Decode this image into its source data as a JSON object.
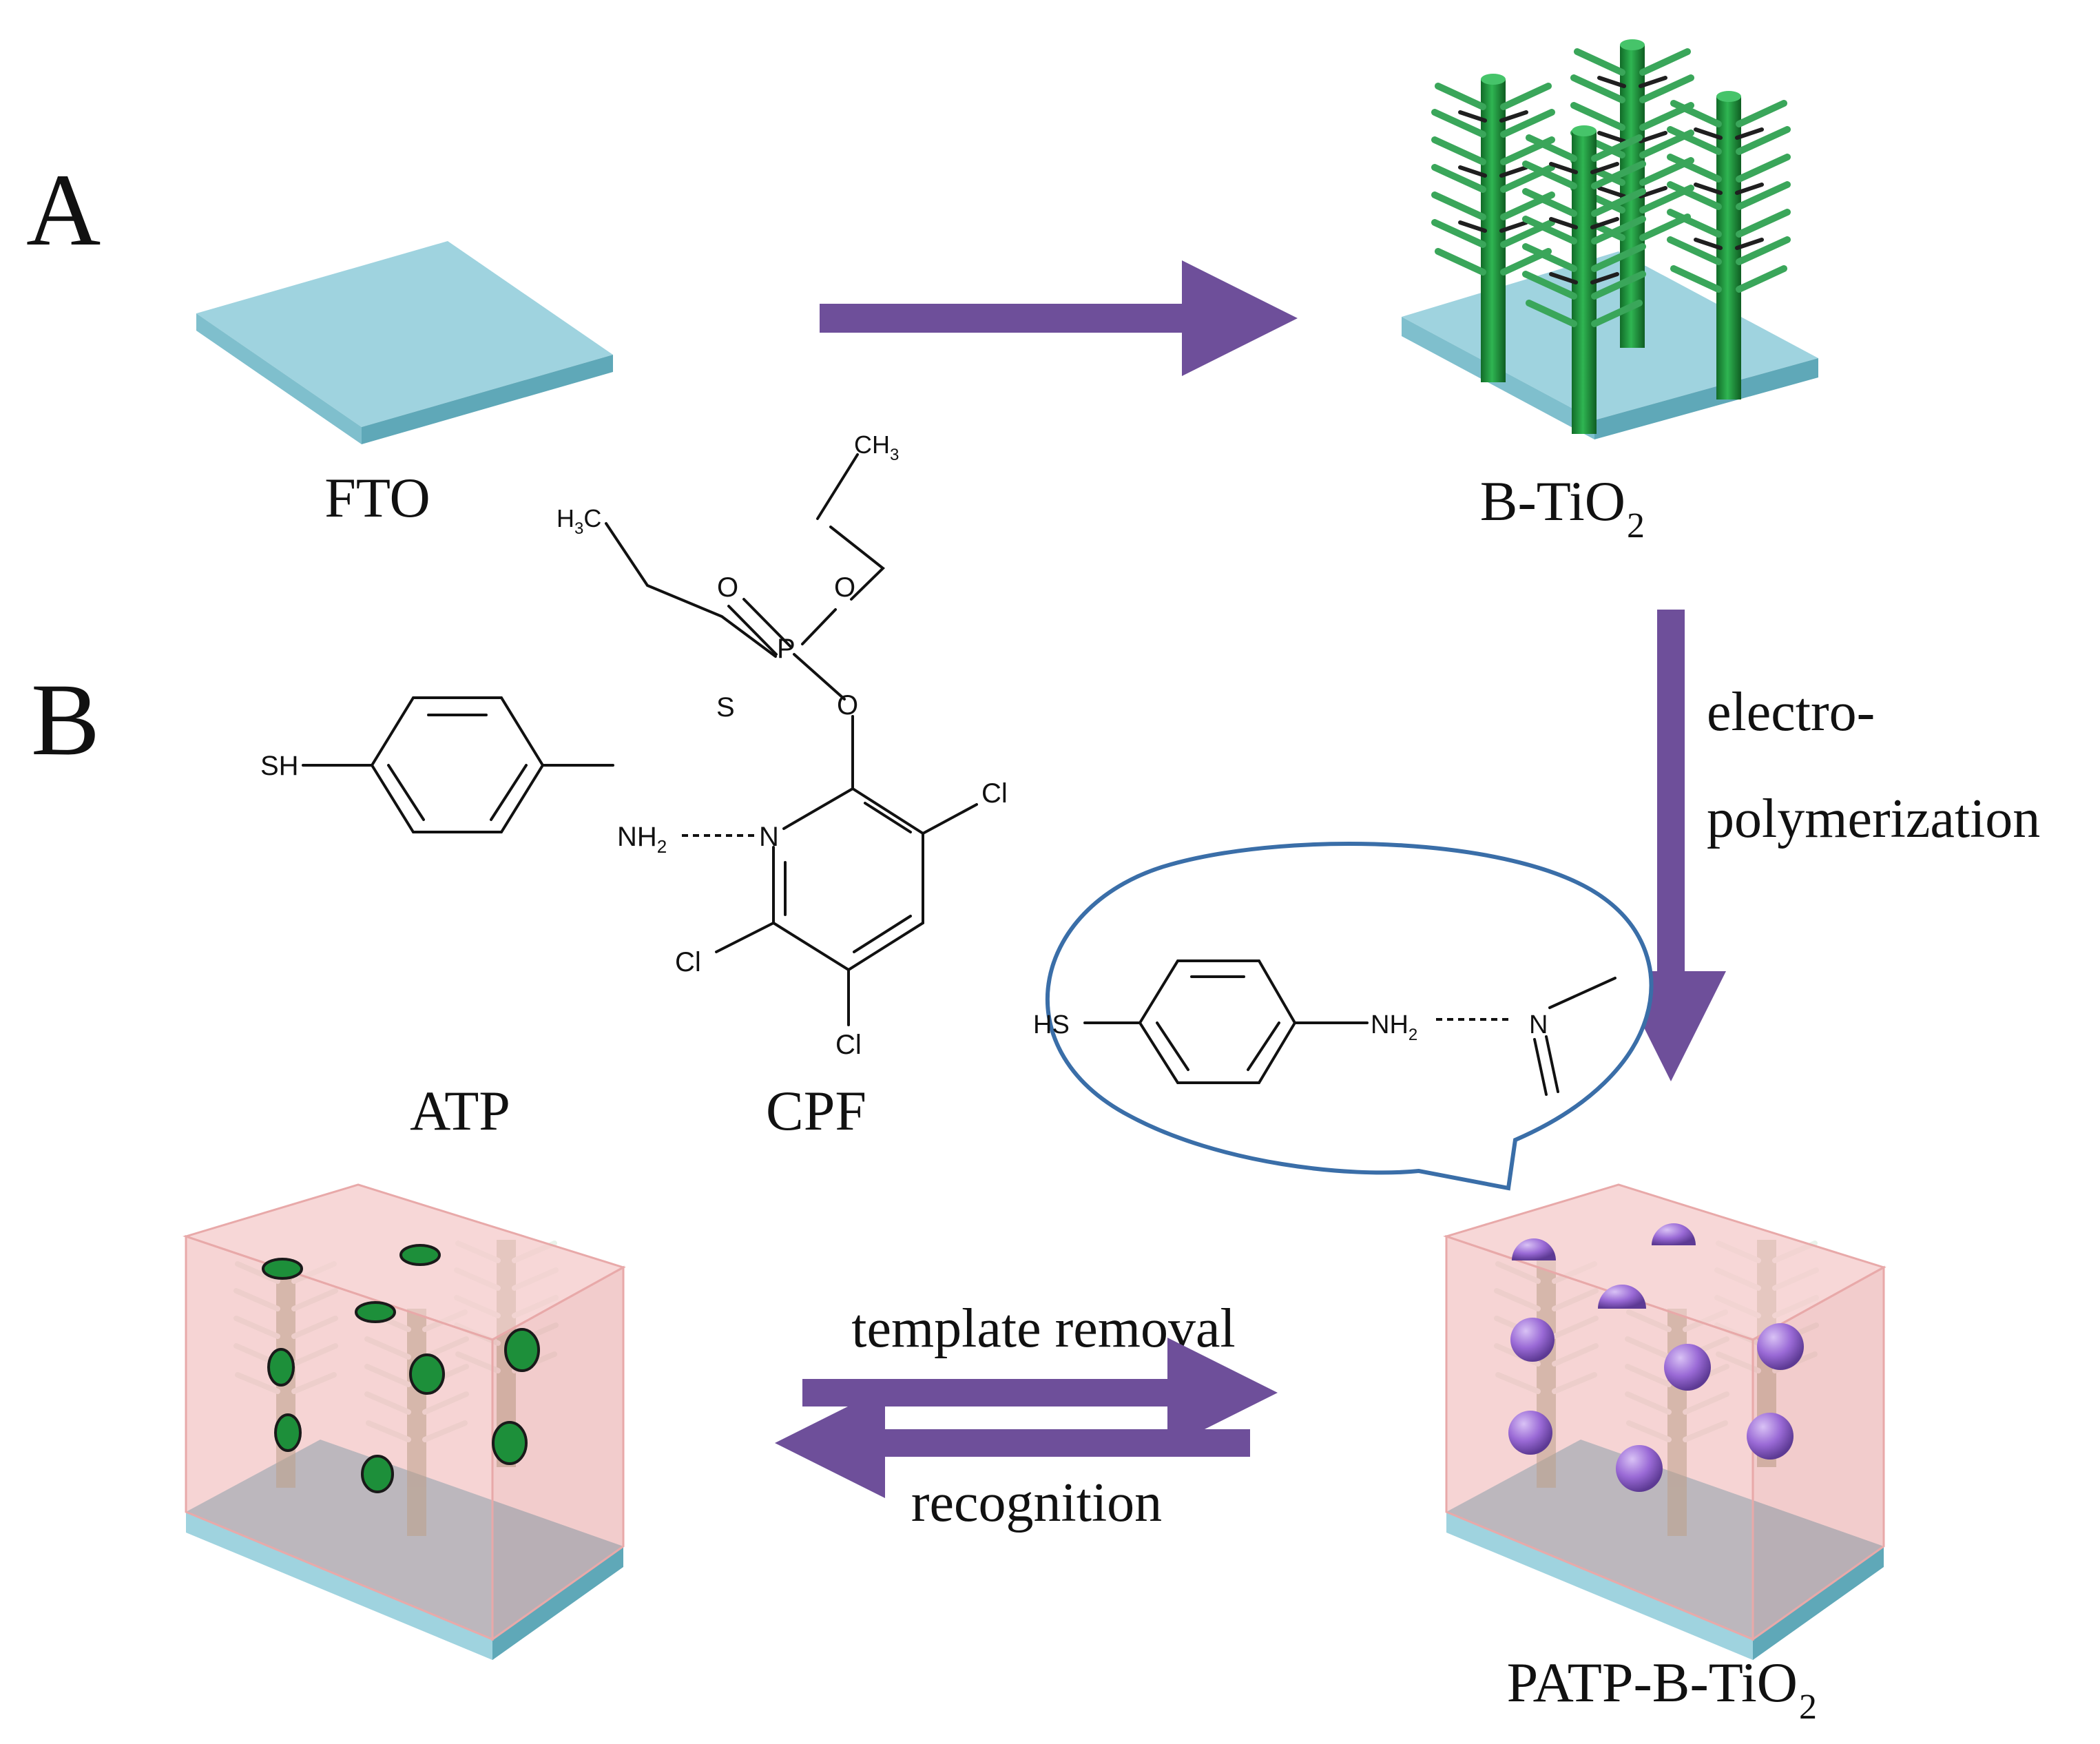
{
  "panels": {
    "a": "A",
    "b": "B"
  },
  "stages": {
    "fto": "FTO",
    "btio2": {
      "main": "B-TiO",
      "sub": "2"
    },
    "patp": {
      "main": "PATP-B-TiO",
      "sub": "2"
    }
  },
  "steps": {
    "electro_line1": "electro-",
    "electro_line2": "polymerization",
    "template_removal": "template removal",
    "recognition": "recognition"
  },
  "molecules": {
    "atp_name": "ATP",
    "cpf_name": "CPF",
    "atoms": {
      "sh": "SH",
      "nh2": {
        "main": "NH",
        "sub": "2"
      },
      "n": "N",
      "cl": "Cl",
      "o": "O",
      "p": "P",
      "s": "S",
      "ch3": {
        "main": "CH",
        "sub": "3"
      },
      "h3c": {
        "main": "H",
        "sub": "3",
        "tail": "C"
      }
    },
    "callout_atoms": {
      "hs": "HS",
      "nh2": {
        "main": "NH",
        "sub": "2"
      },
      "n": "N"
    }
  },
  "colors": {
    "substrate_top": "#9fd3df",
    "substrate_side": "#6fb3c2",
    "nanorod": "#1d8f3a",
    "branch": "#3aa65a",
    "polymer": "#f2b6b6",
    "template_sphere": "#9a6ad6",
    "arrow": "#6e4f9a",
    "callout": "#3a6ea8"
  }
}
